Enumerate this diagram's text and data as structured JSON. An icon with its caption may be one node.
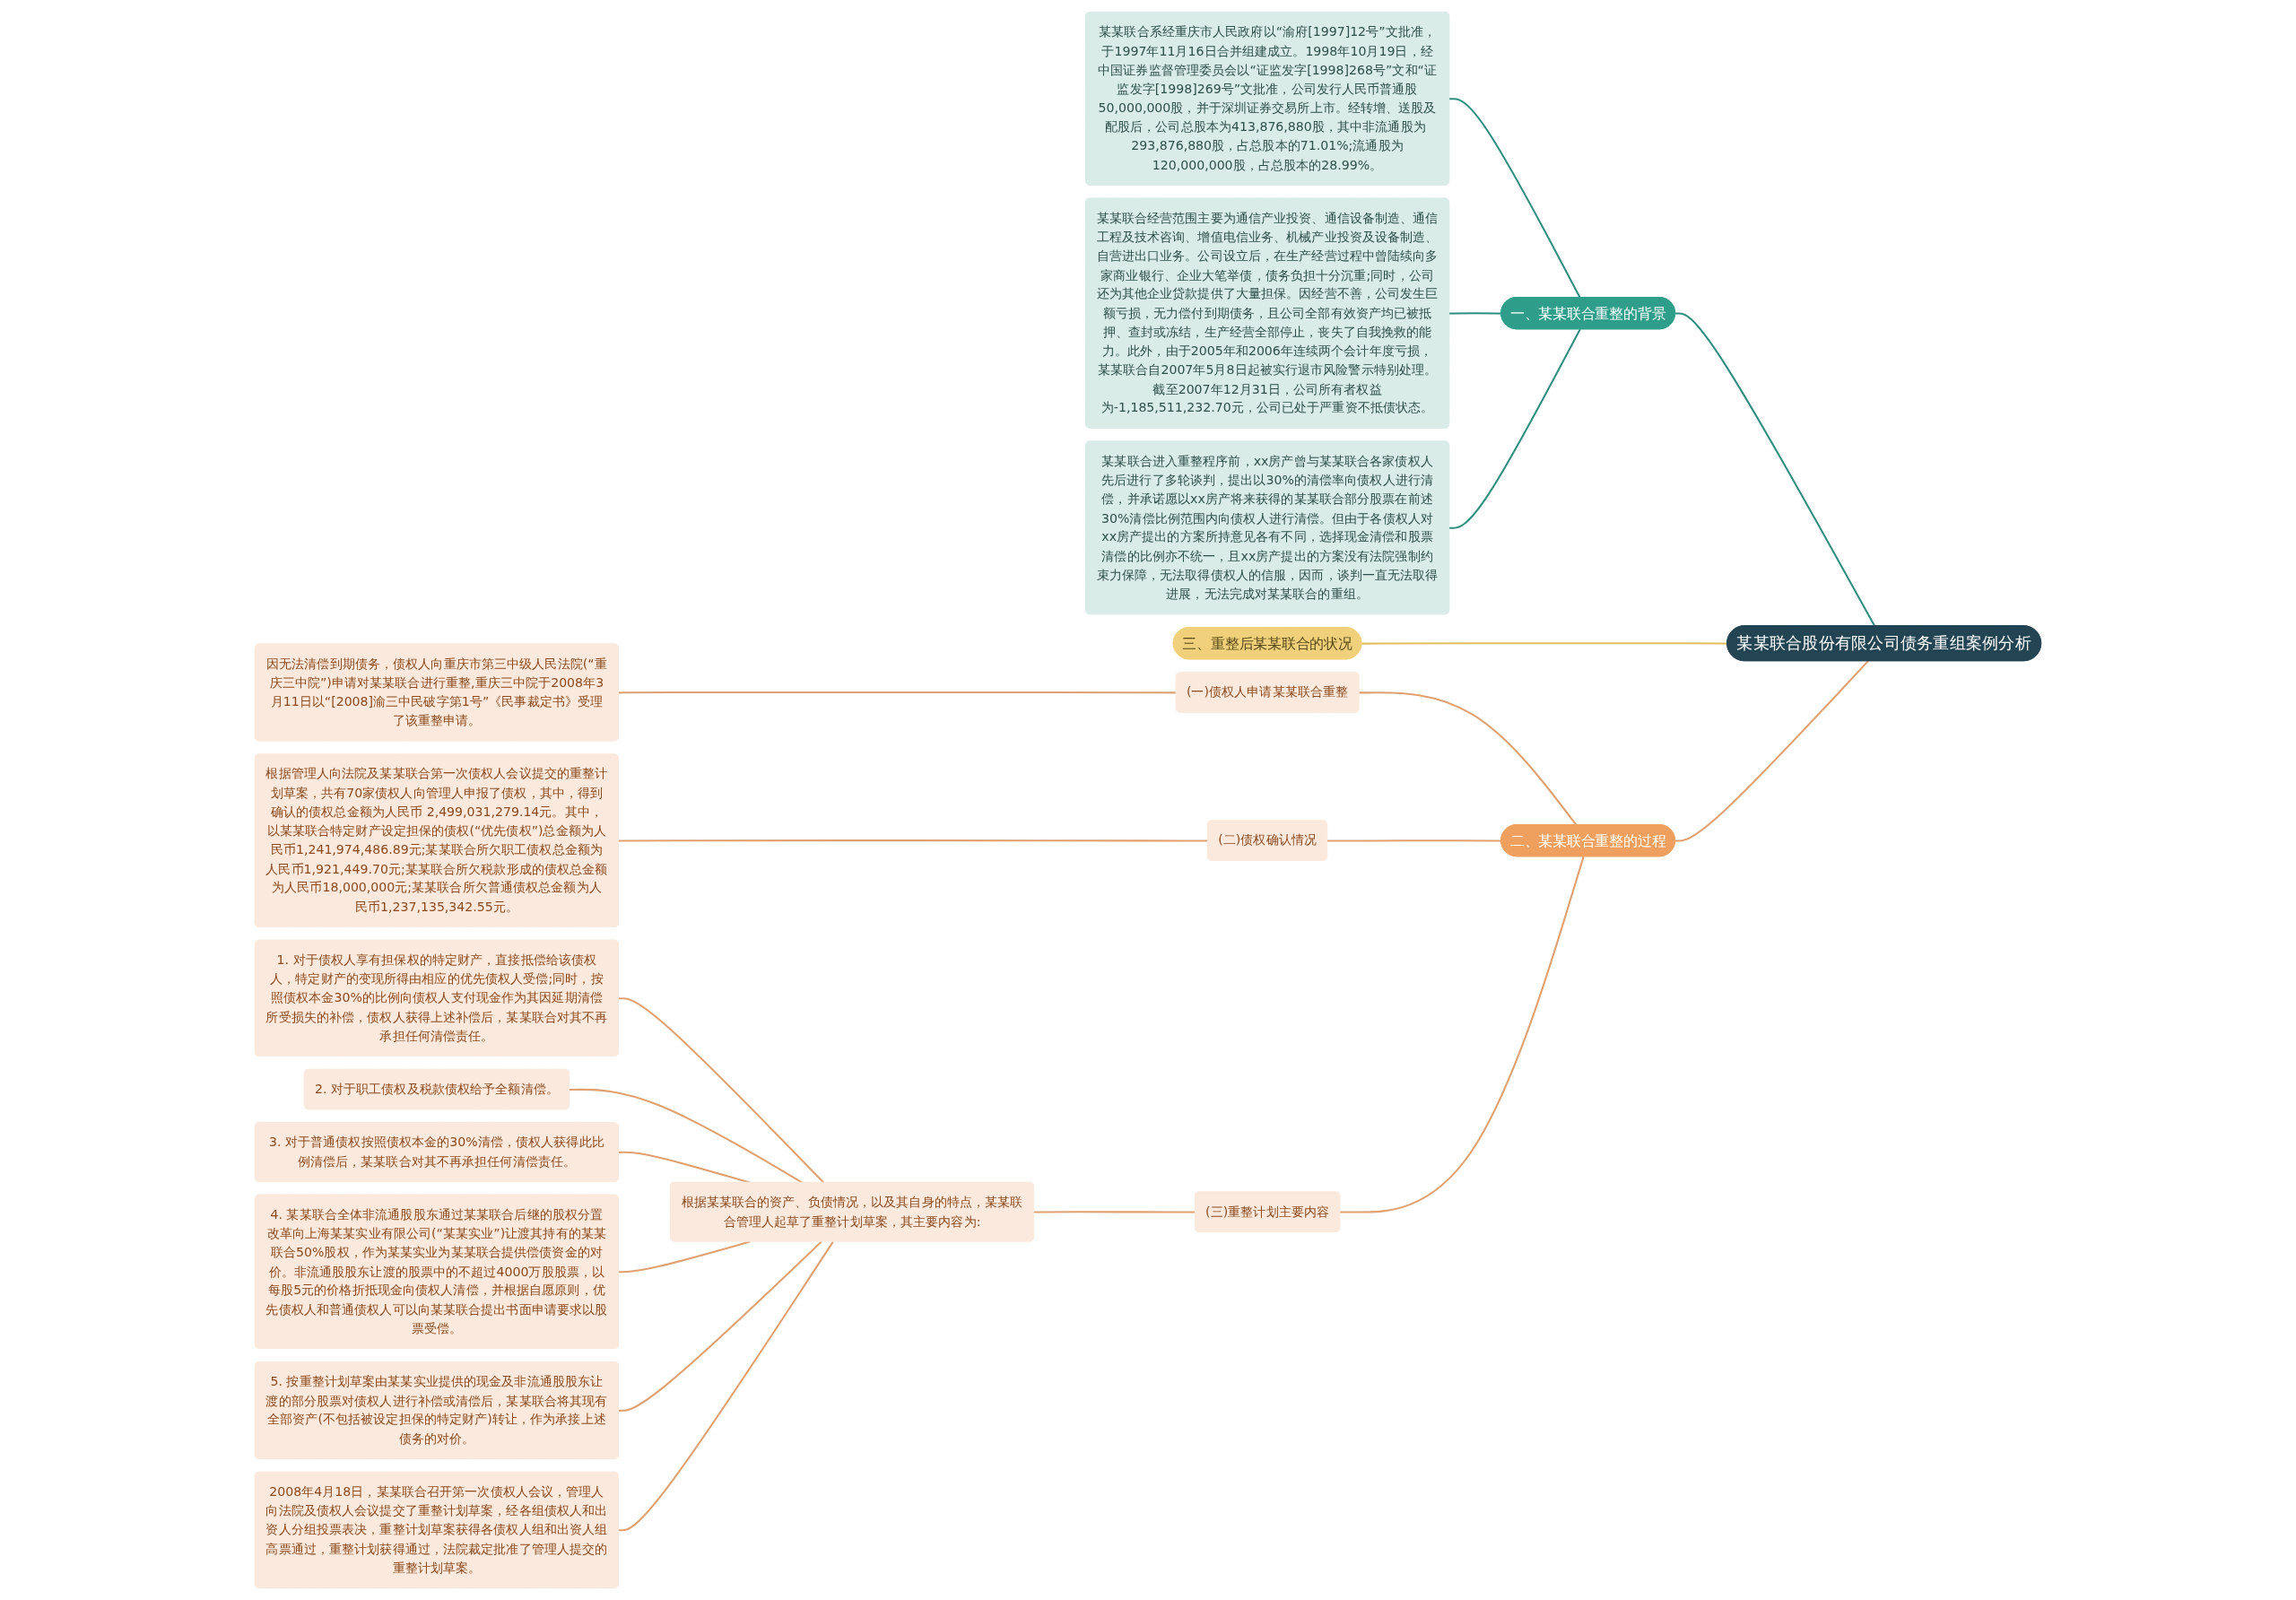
{
  "diagram": {
    "nodes": [
      {
        "text": [
          "某某联合股份有限公司债务重组案例分析"
        ]
      },
      {
        "text": [
          "一、某某联合重整的背景"
        ]
      },
      {
        "text": [
          "某某联合系经重庆市人民政府以“渝府[1997]12号”文批准，于1997年11月16日合并组建成立。1998年10月19日，经中国证券监督管理委员会以“证监发字[1998]268号”文和“证监发字[1998]269号”文批准，公司发行人民币普通股50,000,000股，并于深圳证券交易所上市。经转增、送股及配股后，公司总股本为413,876,880股，其中非流通股为 293,876,880股，占总股本的71.01%;流通股为120,000,000股，占总股本的28.99%。"
        ]
      },
      {
        "text": [
          "某某联合经营范围主要为通信产业投资、通信设备制造、通信工程及技术咨询、增值电信业务、机械产业投资及设备制造、自营进出口业务。公司设立后，在生产经营过程中曾陆续向多家商业银行、企业大笔举债，债务负担十分沉重;同时，公司还为其他企业贷款提供了大量担保。因经营不善，公司发生巨额亏损，无力偿付到期债务，且公司全部有效资产均已被抵押、查封或冻结，生产经营全部停止，丧失了自我挽救的能力。此外，由于2005年和2006年连续两个会计年度亏损，某某联合自2007年5月8日起被实行退市风险警示特别处理。截至2007年12月31日，公司所有者权益为-1,185,511,232.70元，公司已处于严重资不抵债状态。"
        ]
      },
      {
        "text": [
          "某某联合进入重整程序前，xx房产曾与某某联合各家债权人先后进行了多轮谈判，提出以30%的清偿率向债权人进行清偿，并承诺愿以xx房产将来获得的某某联合部分股票在前述30%清偿比例范围内向债权人进行清偿。但由于各债权人对xx房产提出的方案所持意见各有不同，选择现金清偿和股票清偿的比例亦不统一，且xx房产提出的方案没有法院强制约束力保障，无法取得债权人的信服，因而，谈判一直无法取得进展，无法完成对某某联合的重组。"
        ]
      },
      {
        "text": [
          "二、某某联合重整的过程"
        ]
      },
      {
        "text": [
          "(一)债权人申请某某联合重整"
        ]
      },
      {
        "text": [
          "因无法清偿到期债务，债权人向重庆市第三中级人民法院(“重庆三中院”)申请对某某联合进行重整,重庆三中院于2008年3月11日以“[2008]渝三中民破字第1号”《民事裁定书》受理了该重整申请。"
        ]
      },
      {
        "text": [
          "(二)债权确认情况"
        ]
      },
      {
        "text": [
          "根据管理人向法院及某某联合第一次债权人会议提交的重整计划草案，共有70家债权人向管理人申报了债权，其中，得到确认的债权总金额为人民币 2,499,031,279.14元。其中，以某某联合特定财产设定担保的债权(“优先债权”)总金额为人民币1,241,974,486.89元;某某联合所欠职工债权总金额为人民币1,921,449.70元;某某联合所欠税款形成的债权总金额为人民币18,000,000元;某某联合所欠普通债权总金额为人民币1,237,135,342.55元。"
        ]
      },
      {
        "text": [
          "(三)重整计划主要内容"
        ]
      },
      {
        "text": [
          "根据某某联合的资产、负债情况，以及其自身的特点，某某联合管理人起草了重整计划草案，其主要内容为:"
        ]
      },
      {
        "text": [
          "1. 对于债权人享有担保权的特定财产，直接抵偿给该债权人，特定财产的变现所得由相应的优先债权人受偿;同时，按照债权本金30%的比例向债权人支付现金作为其因延期清偿所受损失的补偿，债权人获得上述补偿后，某某联合对其不再承担任何清偿责任。"
        ]
      },
      {
        "text": [
          "2. 对于职工债权及税款债权给予全额清偿。"
        ]
      },
      {
        "text": [
          "3. 对于普通债权按照债权本金的30%清偿，债权人获得此比例清偿后，某某联合对其不再承担任何清偿责任。"
        ]
      },
      {
        "text": [
          "4. 某某联合全体非流通股股东通过某某联合后继的股权分置改革向上海某某实业有限公司(“某某实业”)让渡其持有的某某联合50%股权，作为某某实业为某某联合提供偿债资金的对价。非流通股股东让渡的股票中的不超过4000万股股票，以每股5元的价格折抵现金向债权人清偿，并根据自愿原则，优先债权人和普通债权人可以向某某联合提出书面申请要求以股票受偿。"
        ]
      },
      {
        "text": [
          "5. 按重整计划草案由某某实业提供的现金及非流通股股东让渡的部分股票对债权人进行补偿或清偿后，某某联合将其现有全部资产(不包括被设定担保的特定财产)转让，作为承接上述债务的对价。"
        ]
      },
      {
        "text": [
          "2008年4月18日，某某联合召开第一次债权人会议，管理人向法院及债权人会议提交了重整计划草案，经各组债权人和出资人分组投票表决，重整计划草案获得各债权人组和出资人组高票通过，重整计划获得通过，法院裁定批准了管理人提交的重整计划草案。"
        ]
      },
      {
        "text": [
          "三、重整后某某联合的状况"
        ]
      }
    ],
    "edges": [
      {
        "from": 0,
        "to": 1,
        "arrow": "none",
        "color": "#2e8f80"
      },
      {
        "from": 1,
        "to": 2,
        "arrow": "none",
        "color": "#2e8f80"
      },
      {
        "from": 1,
        "to": 3,
        "arrow": "none",
        "color": "#2e8f80"
      },
      {
        "from": 1,
        "to": 4,
        "arrow": "none",
        "color": "#2e8f80"
      },
      {
        "from": 0,
        "to": 5,
        "arrow": "none"
      },
      {
        "from": 5,
        "to": 6,
        "arrow": "none"
      },
      {
        "from": 6,
        "to": 7,
        "arrow": "none"
      },
      {
        "from": 5,
        "to": 8,
        "arrow": "none"
      },
      {
        "from": 8,
        "to": 9,
        "arrow": "none"
      },
      {
        "from": 5,
        "to": 10,
        "arrow": "none"
      },
      {
        "from": 10,
        "to": 11,
        "arrow": "none"
      },
      {
        "from": 11,
        "to": 12,
        "arrow": "none"
      },
      {
        "from": 11,
        "to": 13,
        "arrow": "none"
      },
      {
        "from": 11,
        "to": 14,
        "arrow": "none"
      },
      {
        "from": 11,
        "to": 15,
        "arrow": "none"
      },
      {
        "from": 11,
        "to": 16,
        "arrow": "none"
      },
      {
        "from": 11,
        "to": 17,
        "arrow": "none"
      },
      {
        "from": 0,
        "to": 18,
        "arrow": "none",
        "color": "#e0bf5c"
      }
    ]
  }
}
